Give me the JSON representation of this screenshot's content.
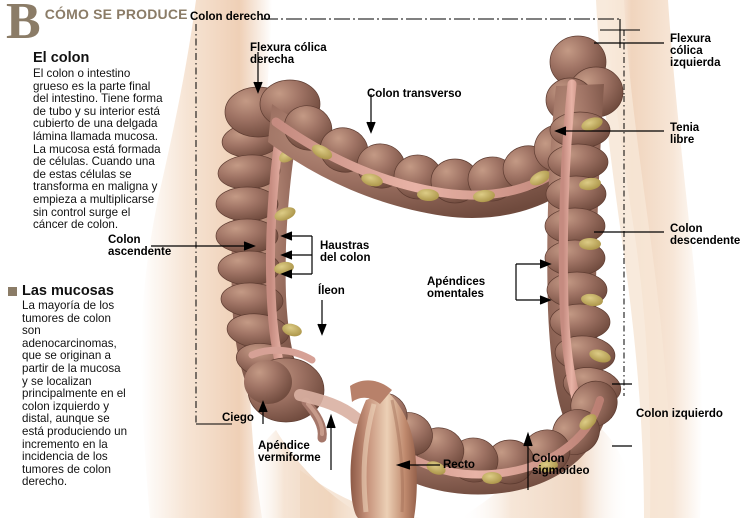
{
  "header": {
    "letter": "B",
    "title": "CÓMO SE PRODUCE"
  },
  "sections": [
    {
      "id": "el-colon",
      "title": "El colon",
      "text": "El colon o intestino grueso es la parte final del intestino. Tiene forma de tubo y su interior está cubierto de una delgada lámina llamada mucosa. La mucosa está formada de células. Cuando una de estas células se transforma en maligna y empieza a multiplicarse sin control surge el cáncer de colon."
    },
    {
      "id": "las-mucosas",
      "title": "Las mucosas",
      "text": "La mayoría de los tumores de colon son adenocarcinomas, que se originan a partir de la mucosa y se localizan principalmente en el colon izquierdo y distal, aunque se está produciendo un incremento en la incidencia de los tumores de colon derecho."
    }
  ],
  "labels": {
    "colon_derecho": "Colon derecho",
    "flexura_colica_derecha": "Flexura cólica\nderecha",
    "colon_transverso": "Colon transverso",
    "flexura_colica_izquierda": "Flexura\ncólica\nizquierda",
    "tenia_libre": "Tenia\nlibre",
    "colon_descendente": "Colon\ndescendente",
    "colon_ascendente": "Colon\nascendente",
    "haustras_del_colon": "Haustras\ndel colon",
    "ileon": "Íleon",
    "apendices_omentales": "Apéndices\nomentales",
    "colon_izquierdo": "Colon izquierdo",
    "ciego": "Ciego",
    "apendice_vermiforme": "Apéndice\nvermiforme",
    "recto": "Recto",
    "colon_sigmoideo": "Colon\nsigmoideo"
  },
  "colors": {
    "brand": "#8b7c67",
    "text": "#111111",
    "leader_line": "#000000",
    "colon_fill": "#9d7260",
    "colon_shadow": "#6e4a3c",
    "colon_highlight": "#c59c88",
    "tenia": "#d9a094",
    "omental_appendix": "#c9b56a",
    "skin": "#f2d9c3",
    "skin_shadow": "#e3bfa3",
    "background": "#ffffff"
  },
  "illustration": {
    "name": "large-intestine-anatomy",
    "parts": [
      "colon ascendente",
      "colon transverso",
      "colon descendente",
      "colon sigmoideo",
      "ciego",
      "apéndice vermiforme",
      "íleon",
      "recto",
      "tenia libre",
      "apéndices omentales",
      "haustras"
    ]
  }
}
